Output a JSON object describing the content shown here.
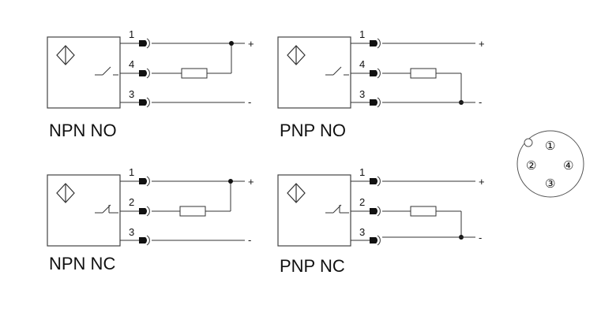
{
  "diagrams": [
    {
      "title": "NPN NO",
      "pins": [
        "1",
        "4",
        "3"
      ],
      "contact": "NO",
      "resistor_to": "+",
      "terminals": [
        "+",
        "-"
      ]
    },
    {
      "title": "PNP NO",
      "pins": [
        "1",
        "4",
        "3"
      ],
      "contact": "NO",
      "resistor_to": "-",
      "terminals": [
        "+",
        "-"
      ]
    },
    {
      "title": "NPN NC",
      "pins": [
        "1",
        "2",
        "3"
      ],
      "contact": "NC",
      "resistor_to": "+",
      "terminals": [
        "+",
        "-"
      ]
    },
    {
      "title": "PNP NC",
      "pins": [
        "1",
        "2",
        "3"
      ],
      "contact": "NC",
      "resistor_to": "-",
      "terminals": [
        "+",
        "-"
      ]
    }
  ],
  "connector": {
    "pins": [
      "①",
      "②",
      "③",
      "④"
    ]
  }
}
